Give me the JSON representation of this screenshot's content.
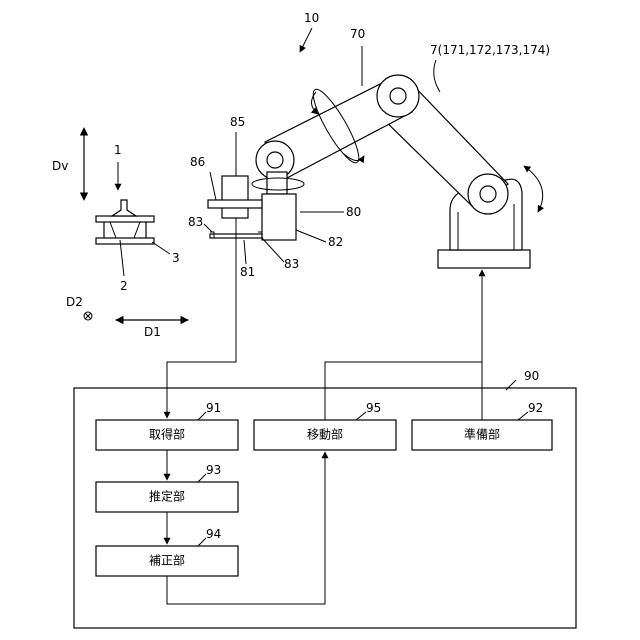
{
  "labels": {
    "system": "10",
    "arm": "70",
    "robot": "7(171,172,173,174)",
    "obj1": "1",
    "obj2": "2",
    "obj3": "3",
    "dv": "Dv",
    "d1": "D1",
    "d2": "D2",
    "hand": "80",
    "hand_body": "82",
    "finger_left": "83",
    "finger_right": "83",
    "finger_base": "81",
    "camera": "85",
    "camera_mount": "86",
    "controller": "90"
  },
  "blocks": [
    {
      "id": "acquisition",
      "text": "取得部",
      "num": "91"
    },
    {
      "id": "estimation",
      "text": "推定部",
      "num": "93"
    },
    {
      "id": "correction",
      "text": "補正部",
      "num": "94"
    },
    {
      "id": "movement",
      "text": "移動部",
      "num": "95"
    },
    {
      "id": "preparation",
      "text": "準備部",
      "num": "92"
    }
  ]
}
